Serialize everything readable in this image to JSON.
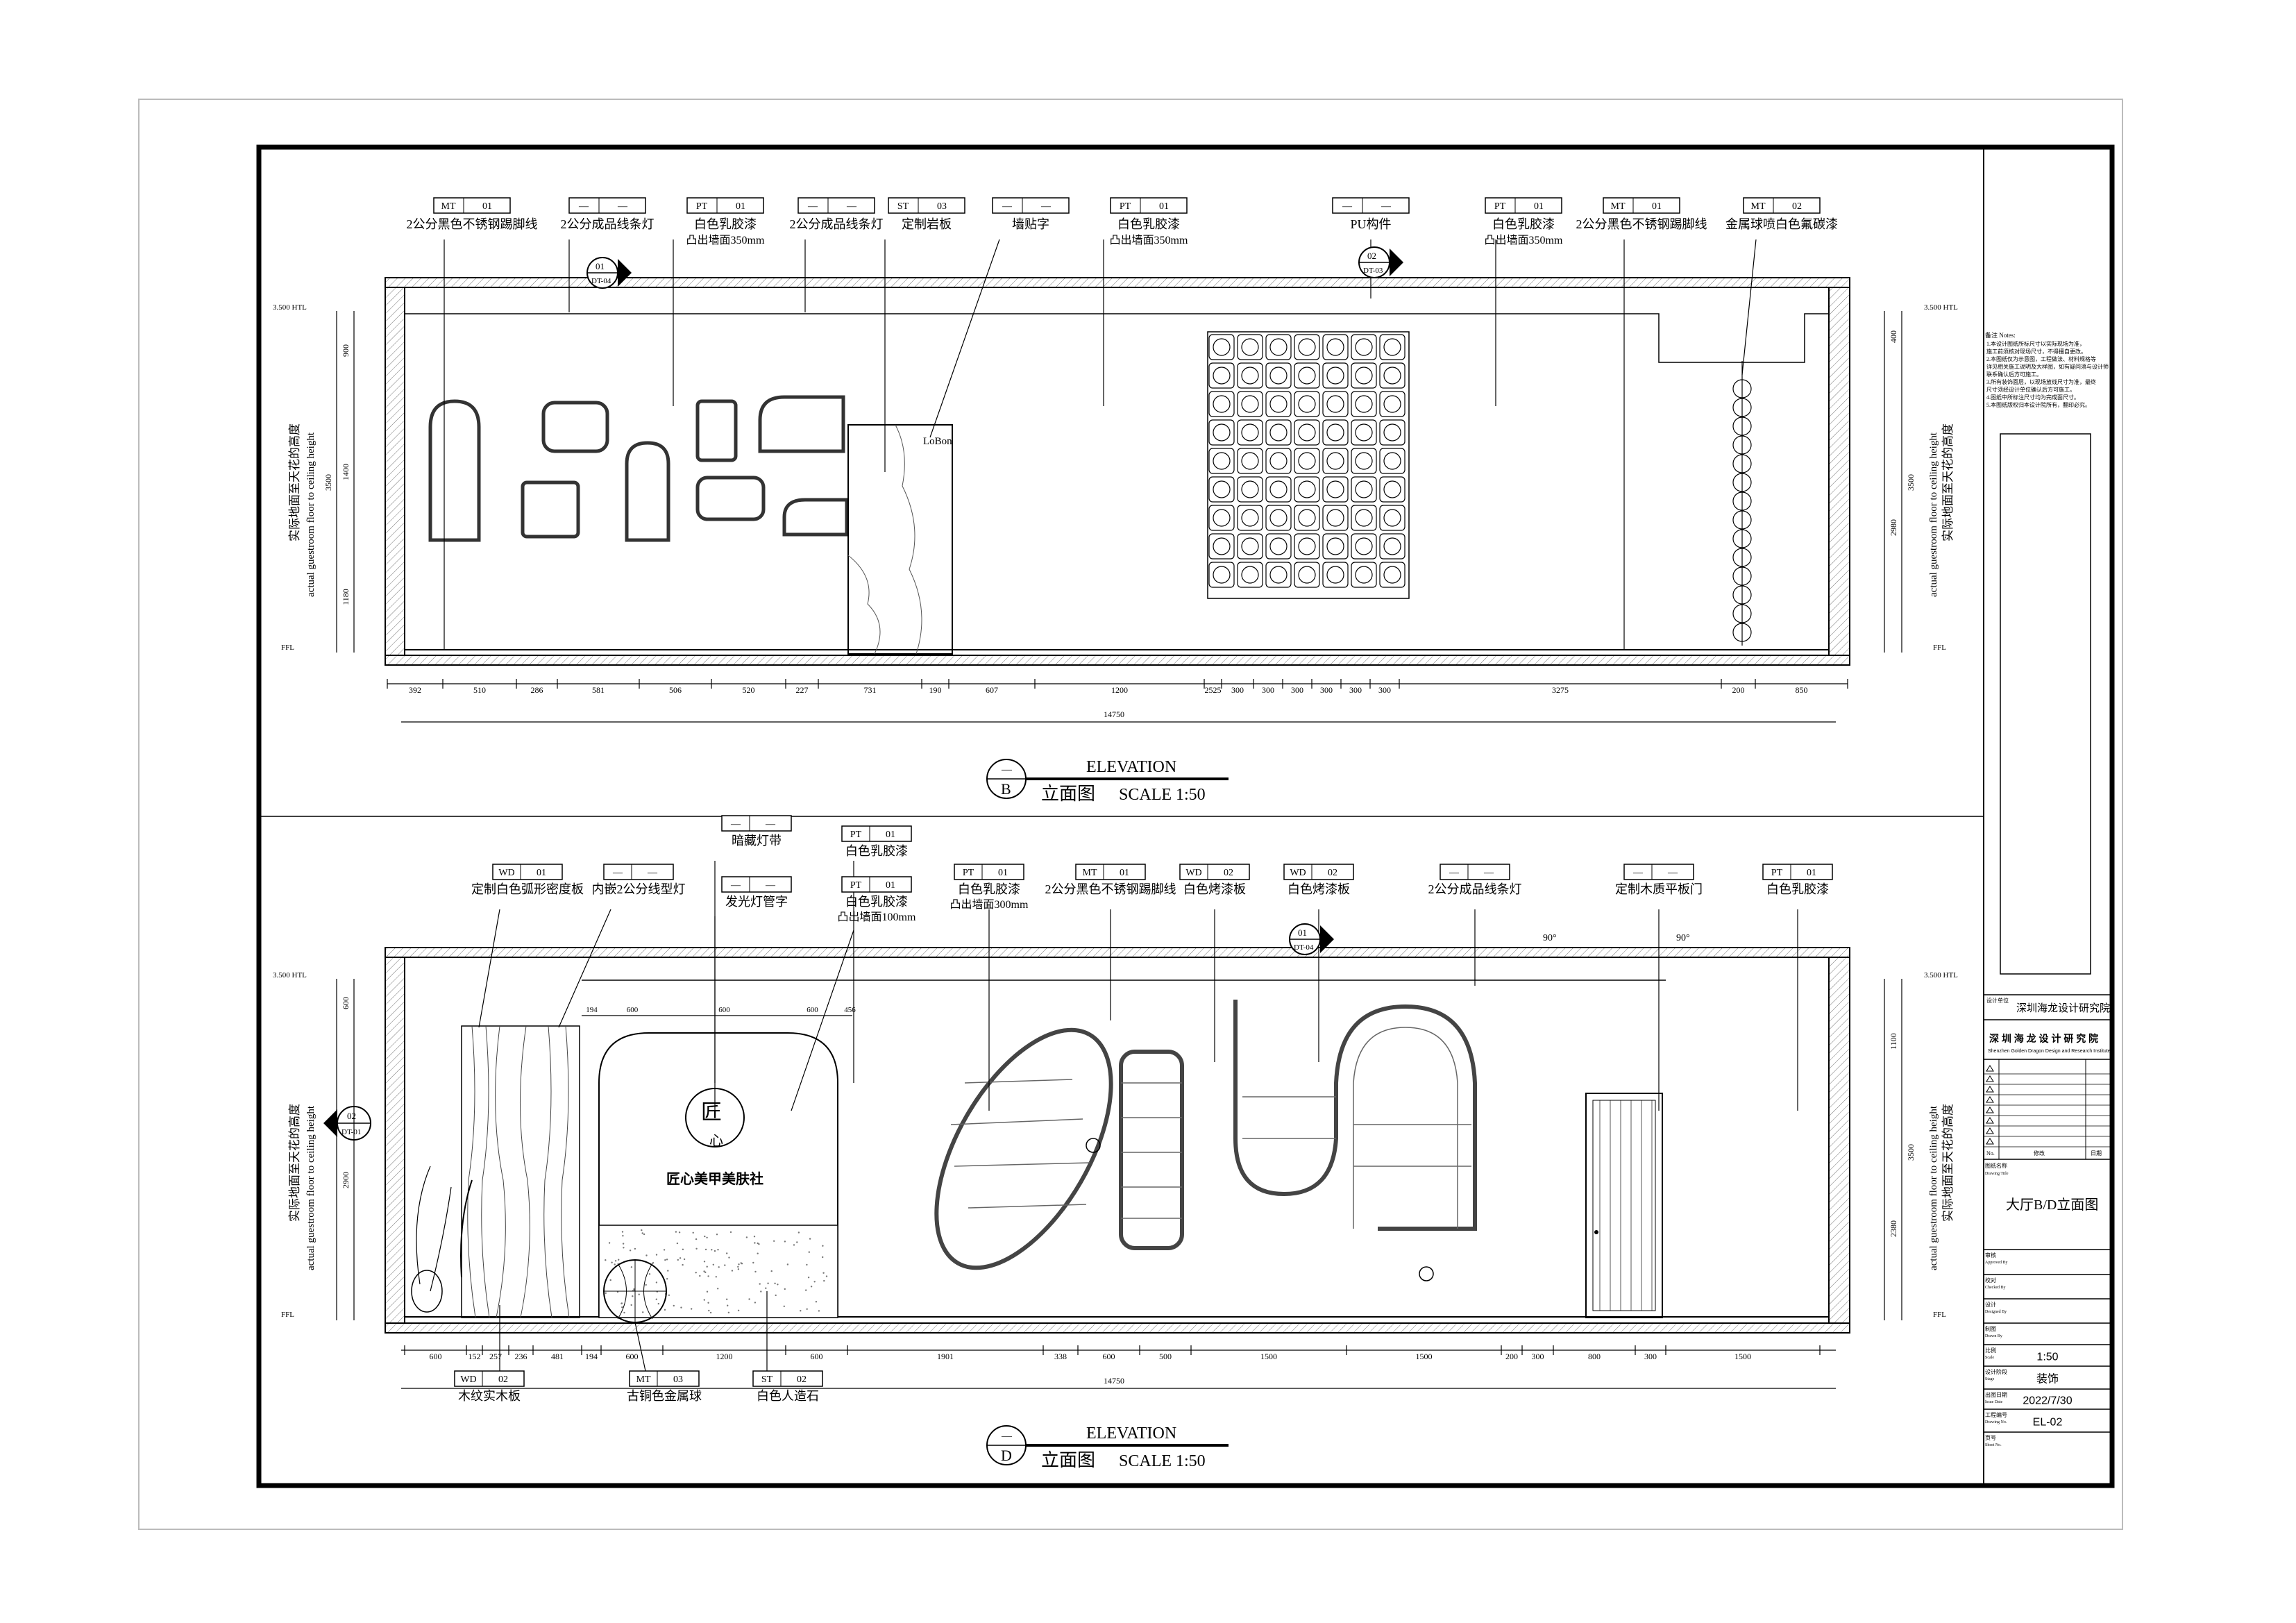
{
  "sheet": {
    "notes_title": "备注 Notes:",
    "notes": [
      "1.本设计图纸所标尺寸以实际现场为准，",
      "  施工前须核对现场尺寸，不得擅自更改。",
      "2.本图纸仅为示意图，工程做法、材料规格等",
      "  详见相关施工说明及大样图，如有疑问须与设计师",
      "  联系确认后方可施工。",
      "3.所有装饰面层，以现场放线尺寸为准，最终",
      "  尺寸须经设计单位确认后方可施工。",
      "4.图纸中所标注尺寸均为完成面尺寸。",
      "5.本图纸版权归本设计院所有，翻印必究。"
    ],
    "client_label": "设计单位",
    "client_name": "深圳海龙设计研究院",
    "firm_cn": "深 圳 海 龙 设 计 研 究 院",
    "firm_en": "Shenzhen Golden Dragon Design and Research Institute",
    "rev_headers": [
      "No.",
      "修改",
      "日期"
    ],
    "drawing_name_label": "图纸名称",
    "drawing_name_en": "Drawing Title",
    "drawing_name": "大厅B/D立面图",
    "approved_label": "审核",
    "approved_en": "Approved By",
    "checked_label": "校对",
    "checked_en": "Checked By",
    "designed_label": "设计",
    "designed_en": "Designed By",
    "drawn_label": "制图",
    "drawn_en": "Drawn By",
    "scale_label": "比例",
    "scale_en": "Scale",
    "scale": "1:50",
    "stage_label": "设计阶段",
    "stage_en": "Stage",
    "stage": "装饰",
    "date_label": "出图日期",
    "date_en": "Issue Date",
    "date": "2022/7/30",
    "drawing_no_label": "工程编号",
    "drawing_no_en": "Drawing No.",
    "drawing_no": "EL-02",
    "page_label": "页号",
    "page_en": "Sheet No."
  },
  "elev_b": {
    "tags": [
      {
        "code": "MT",
        "num": "01",
        "label": "2公分黑色不锈钢踢脚线",
        "label2": ""
      },
      {
        "code": "—",
        "num": "—",
        "label": "2公分成品线条灯",
        "label2": ""
      },
      {
        "code": "PT",
        "num": "01",
        "label": "白色乳胶漆",
        "label2": "凸出墙面350mm"
      },
      {
        "code": "—",
        "num": "—",
        "label": "2公分成品线条灯",
        "label2": ""
      },
      {
        "code": "ST",
        "num": "03",
        "label": "定制岩板",
        "label2": ""
      },
      {
        "code": "—",
        "num": "—",
        "label": "墙贴字",
        "label2": ""
      },
      {
        "code": "PT",
        "num": "01",
        "label": "白色乳胶漆",
        "label2": "凸出墙面350mm"
      },
      {
        "code": "—",
        "num": "—",
        "label": "PU构件",
        "label2": ""
      },
      {
        "code": "PT",
        "num": "01",
        "label": "白色乳胶漆",
        "label2": "凸出墙面350mm"
      },
      {
        "code": "MT",
        "num": "01",
        "label": "2公分黑色不锈钢踢脚线",
        "label2": ""
      },
      {
        "code": "MT",
        "num": "02",
        "label": "金属球喷白色氟碳漆",
        "label2": ""
      }
    ],
    "section_marks": [
      {
        "num": "01",
        "ref": "DT-04"
      },
      {
        "num": "02",
        "ref": "DT-03"
      }
    ],
    "level_top": "3.500 HTL",
    "level_bottom": "FFL",
    "height_label_cn": "实际地面至天花的高度",
    "height_label_en": "actual guestroom floor to ceiling height",
    "left_dims": [
      "900",
      "1400",
      "1180"
    ],
    "right_dims": [
      "400",
      "2980",
      "3500"
    ],
    "total_left": "3500",
    "bottom_dims": [
      "392",
      "510",
      "286",
      "581",
      "506",
      "520",
      "227",
      "731",
      "190",
      "607",
      "1200",
      "2525",
      "300",
      "300",
      "300",
      "300",
      "300",
      "300",
      "3275",
      "200",
      "850"
    ],
    "total": "14750",
    "wall_text": "LoBon",
    "title_mark": "B",
    "title_mark_top": "—",
    "title_en": "ELEVATION",
    "title_cn": "立面图",
    "title_scale": "SCALE 1:50"
  },
  "elev_d": {
    "tags": [
      {
        "code": "WD",
        "num": "01",
        "label": "定制白色弧形密度板",
        "label2": ""
      },
      {
        "code": "—",
        "num": "—",
        "label": "内嵌2公分线型灯",
        "label2": ""
      },
      {
        "code": "—",
        "num": "—",
        "label": "暗藏灯带",
        "label2": ""
      },
      {
        "code": "PT",
        "num": "01",
        "label": "白色乳胶漆",
        "label2": ""
      },
      {
        "code": "—",
        "num": "—",
        "label": "发光灯管字",
        "label2": ""
      },
      {
        "code": "PT",
        "num": "01",
        "label": "白色乳胶漆",
        "label2": "凸出墙面100mm"
      },
      {
        "code": "PT",
        "num": "01",
        "label": "白色乳胶漆",
        "label2": "凸出墙面300mm"
      },
      {
        "code": "MT",
        "num": "01",
        "label": "2公分黑色不锈钢踢脚线",
        "label2": ""
      },
      {
        "code": "WD",
        "num": "02",
        "label": "白色烤漆板",
        "label2": ""
      },
      {
        "code": "WD",
        "num": "02",
        "label": "白色烤漆板",
        "label2": ""
      },
      {
        "code": "—",
        "num": "—",
        "label": "2公分成品线条灯",
        "label2": ""
      },
      {
        "code": "—",
        "num": "—",
        "label": "定制木质平板门",
        "label2": ""
      },
      {
        "code": "PT",
        "num": "01",
        "label": "白色乳胶漆",
        "label2": ""
      }
    ],
    "bottom_tags": [
      {
        "code": "WD",
        "num": "02",
        "label": "木纹实木板"
      },
      {
        "code": "MT",
        "num": "03",
        "label": "古铜色金属球"
      },
      {
        "code": "ST",
        "num": "02",
        "label": "白色人造石"
      }
    ],
    "section_marks": [
      {
        "num": "01",
        "ref": "DT-04"
      },
      {
        "num": "02",
        "ref": "DT-01"
      }
    ],
    "angle_labels": [
      "90°",
      "90°"
    ],
    "logo_char_top": "匠",
    "logo_char_bottom": "心",
    "sign_text": "匠心美甲美肤社",
    "level_top": "3.500 HTL",
    "level_bottom": "FFL",
    "height_label_cn": "实际地面至天花的高度",
    "height_label_en": "actual guestroom floor to ceiling height",
    "left_dims": [
      "600",
      "2900"
    ],
    "right_dims": [
      "1100",
      "2380",
      "3500"
    ],
    "bottom_dims": [
      "600",
      "152",
      "257",
      "236",
      "481",
      "194",
      "600",
      "1200",
      "600",
      "1901",
      "338",
      "600",
      "500",
      "1500",
      "1500",
      "200",
      "300",
      "800",
      "300",
      "1500"
    ],
    "total": "14750",
    "top_dims": [
      "194",
      "600",
      "600",
      "600",
      "456"
    ],
    "title_mark": "D",
    "title_mark_top": "—",
    "title_en": "ELEVATION",
    "title_cn": "立面图",
    "title_scale": "SCALE 1:50"
  }
}
